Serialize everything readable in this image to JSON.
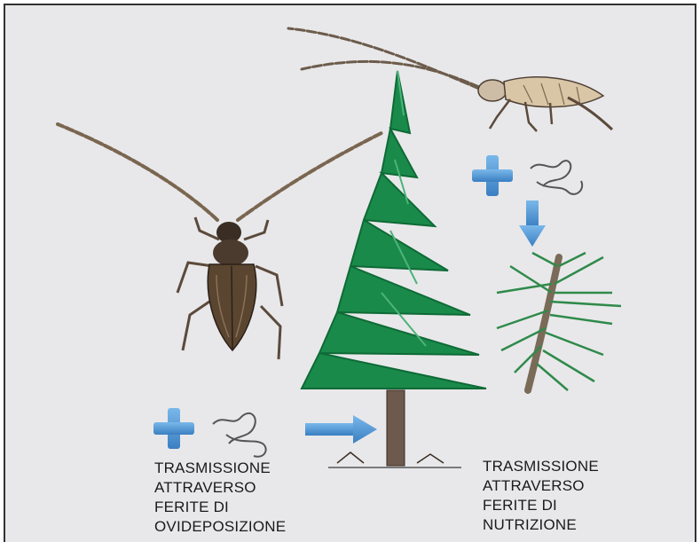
{
  "colors": {
    "background": "#e8e8ea",
    "tree_green": "#1a8a4a",
    "arrow_blue": "#4a90d0",
    "beetle_brown": "#5a4530"
  },
  "icons": {
    "left_plus": "plus-icon",
    "left_nematode": "nematode-icon",
    "right_plus": "plus-icon",
    "right_nematode": "nematode-icon",
    "right_arrow": "arrow-right-icon",
    "down_arrow": "arrow-down-icon"
  },
  "left_caption": {
    "line1": "TRASMISSIONE",
    "line2": "ATTRAVERSO",
    "line3": "FERITE DI",
    "line4": "OVIDEPOSIZIONE"
  },
  "right_caption": {
    "line1": "TRASMISSIONE",
    "line2": "ATTRAVERSO",
    "line3": "FERITE DI",
    "line4": "NUTRIZIONE"
  }
}
